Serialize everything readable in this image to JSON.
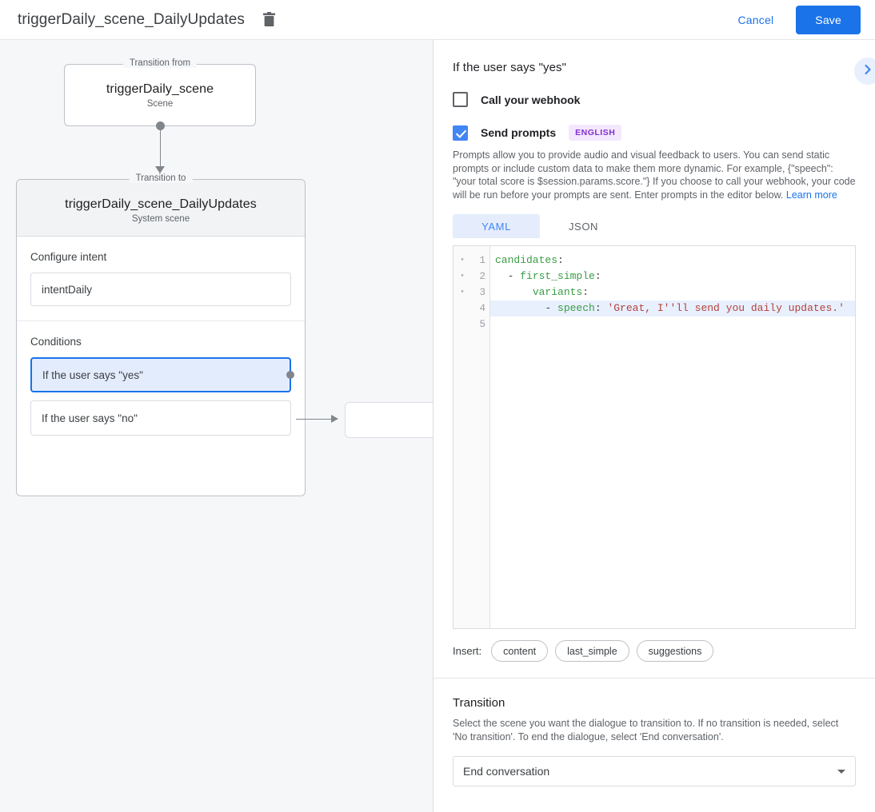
{
  "topbar": {
    "title": "triggerDaily_scene_DailyUpdates",
    "delete_icon": "trash-icon",
    "cancel_label": "Cancel",
    "save_label": "Save",
    "accent_color": "#1a73e8"
  },
  "canvas": {
    "from_node": {
      "legend": "Transition from",
      "title": "triggerDaily_scene",
      "subtitle": "Scene"
    },
    "to_node": {
      "legend": "Transition to",
      "title": "triggerDaily_scene_DailyUpdates",
      "subtitle": "System scene"
    },
    "intent_section": {
      "label": "Configure intent",
      "value": "intentDaily"
    },
    "conditions_section": {
      "label": "Conditions",
      "items": [
        {
          "label": "If the user says \"yes\"",
          "selected": true
        },
        {
          "label": "If the user says \"no\"",
          "selected": false
        }
      ]
    },
    "selected_highlight_color": "#e3ecfd",
    "selected_border_color": "#1a73e8"
  },
  "detail": {
    "title": "If the user says \"yes\"",
    "expand_icon": "chevron-right-icon",
    "webhook": {
      "label": "Call your webhook",
      "checked": false
    },
    "prompts": {
      "label": "Send prompts",
      "checked": true,
      "badge": "ENGLISH",
      "badge_bg": "#f3e8fd",
      "badge_color": "#8430ce",
      "description": "Prompts allow you to provide audio and visual feedback to users. You can send static prompts or include custom data to make them more dynamic. For example, {\"speech\": \"your total score is $session.params.score.\"} If you choose to call your webhook, your code will be run before your prompts are sent. Enter prompts in the editor below. ",
      "learn_more": "Learn more"
    },
    "tabs": [
      {
        "label": "YAML",
        "active": true
      },
      {
        "label": "JSON",
        "active": false
      }
    ],
    "editor": {
      "fold_markers": [
        "▾",
        "▾",
        "▾",
        "",
        ""
      ],
      "line_numbers": [
        "1",
        "2",
        "3",
        "4",
        "5"
      ],
      "lines": [
        {
          "num": "1",
          "highlighted": false,
          "tokens": [
            {
              "t": "candidates",
              "c": "k"
            },
            {
              "t": ":",
              "c": "p"
            }
          ]
        },
        {
          "num": "2",
          "highlighted": false,
          "tokens": [
            {
              "t": "  - ",
              "c": "p"
            },
            {
              "t": "first_simple",
              "c": "k"
            },
            {
              "t": ":",
              "c": "p"
            }
          ]
        },
        {
          "num": "3",
          "highlighted": false,
          "tokens": [
            {
              "t": "      ",
              "c": "p"
            },
            {
              "t": "variants",
              "c": "k"
            },
            {
              "t": ":",
              "c": "p"
            }
          ]
        },
        {
          "num": "4",
          "highlighted": true,
          "tokens": [
            {
              "t": "        - ",
              "c": "p"
            },
            {
              "t": "speech",
              "c": "k"
            },
            {
              "t": ": ",
              "c": "p"
            },
            {
              "t": "'Great, I''ll send you daily updates.'",
              "c": "s"
            }
          ]
        },
        {
          "num": "5",
          "highlighted": false,
          "tokens": [
            {
              "t": "",
              "c": "p"
            }
          ]
        }
      ]
    },
    "insert": {
      "label": "Insert:",
      "chips": [
        "content",
        "last_simple",
        "suggestions"
      ]
    },
    "transition": {
      "title": "Transition",
      "description": "Select the scene you want the dialogue to transition to. If no transition is needed, select 'No transition'. To end the dialogue, select 'End conversation'.",
      "select_value": "End conversation",
      "dropdown_icon": "chevron-down-icon"
    }
  }
}
